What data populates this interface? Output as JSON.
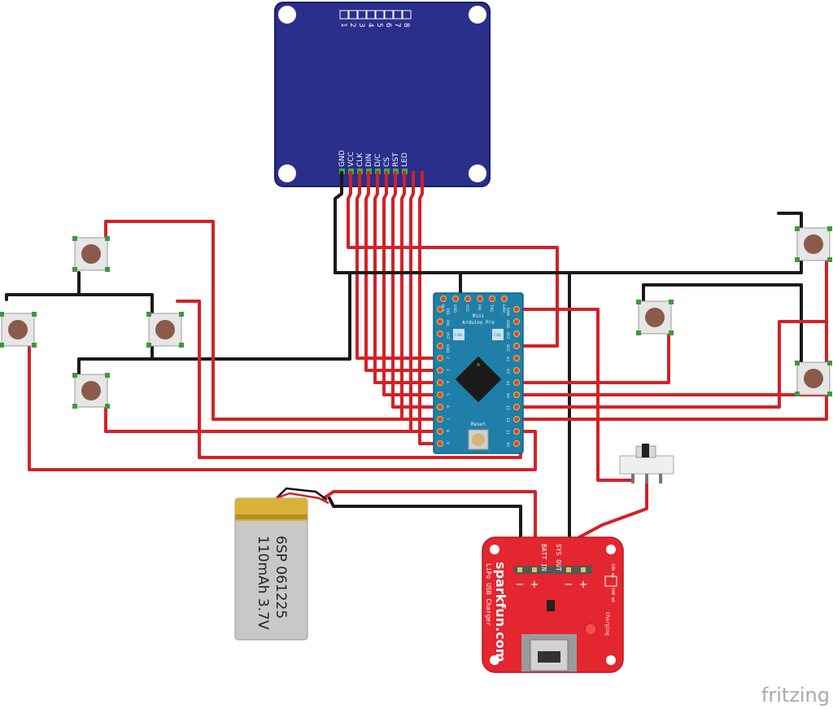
{
  "display": {
    "pin_numbers": [
      "1",
      "2",
      "3",
      "4",
      "5",
      "6",
      "7",
      "8"
    ],
    "pin_labels": [
      "GND",
      "VCC",
      "CLK",
      "DIN",
      "D/C",
      "CS",
      "RST",
      "LED"
    ]
  },
  "arduino": {
    "title_line1": "Mini",
    "title_line2": "Arduino Pro",
    "top_pins": [
      "BLK",
      "GND",
      "VCC",
      "RXI",
      "TXO",
      "GRN"
    ],
    "left_pins": [
      "TXO",
      "RXI",
      "RST",
      "GND",
      "2",
      "3",
      "4",
      "5",
      "6",
      "7",
      "8",
      "9"
    ],
    "right_pins": [
      "RAW",
      "GND",
      "RST",
      "VCC",
      "A3",
      "A2",
      "A1",
      "A0",
      "13",
      "12",
      "11",
      "10"
    ],
    "reset_label": "Reset",
    "cap_labels": [
      "C2UL",
      "C3UL"
    ]
  },
  "switch_component": {
    "name": "slide switch"
  },
  "battery": {
    "line1": "6SP 061225",
    "line2": "110mAh 3.7V"
  },
  "charger": {
    "brand": "sparkfun.com",
    "product": "LiPo USB Charger",
    "batt_label": "BATT IN",
    "sys_label": "SYS OUT",
    "minus": "−",
    "plus": "+",
    "charging_label": "Charging",
    "ma_100": "100 mA",
    "ma_500": "500 mA"
  },
  "watermark": "fritzing",
  "colors": {
    "wire_red": "#d42127",
    "wire_black": "#1a1a1a",
    "display_board": "#2a2f8c",
    "arduino_board": "#1f7fa8",
    "charger_board": "#e3262f",
    "battery_body": "#c8c8c8",
    "battery_top": "#d9b23a"
  }
}
